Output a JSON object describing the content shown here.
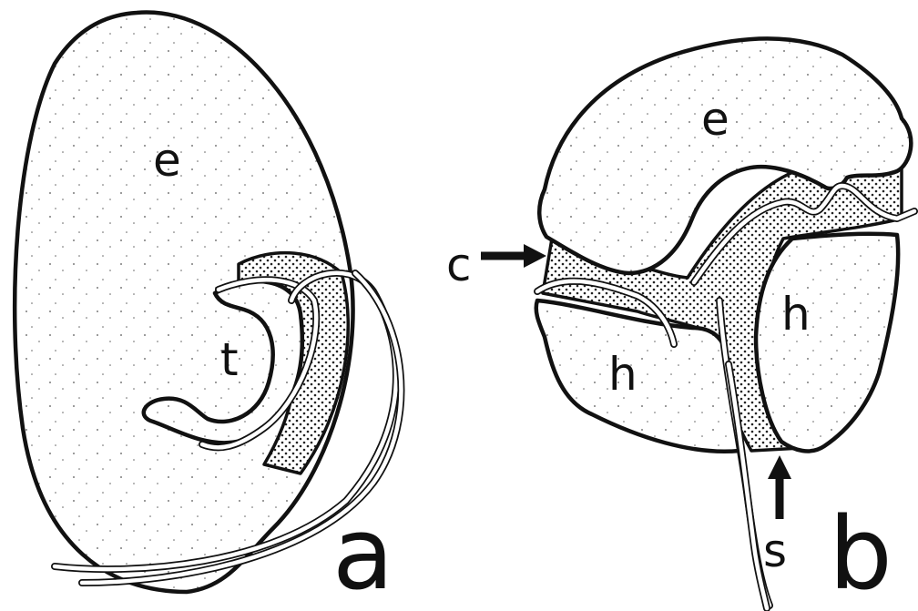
{
  "panels": {
    "a": {
      "panel_label": "a",
      "labels": {
        "epicone": "e",
        "hypocone_part": "t"
      }
    },
    "b": {
      "panel_label": "b",
      "labels": {
        "epicone": "e",
        "hypocone_left": "h",
        "hypocone_right": "h",
        "cingulum_arrow": "c",
        "sulcus_arrow": "s"
      }
    }
  },
  "colors": {
    "line": "#111111",
    "background": "#ffffff"
  }
}
